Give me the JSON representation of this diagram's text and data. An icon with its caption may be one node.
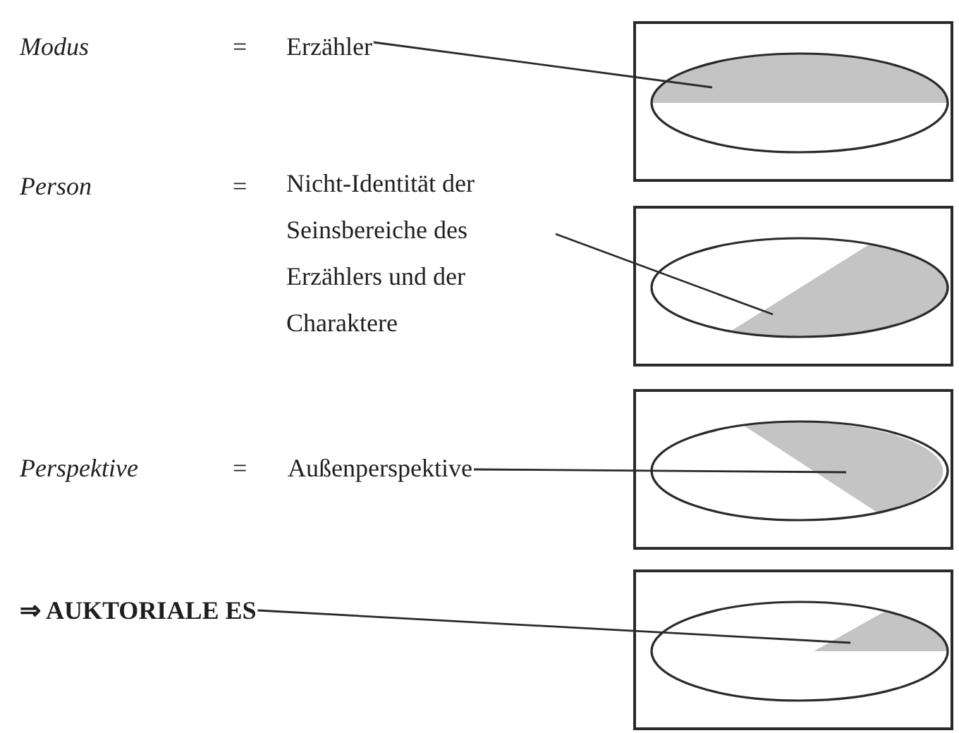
{
  "diagram": {
    "nodes": [
      {
        "text": [
          "Erzähler"
        ]
      },
      {
        "text": [],
        "shape": "box"
      },
      {
        "text": [],
        "shape": "segment",
        "in": 1
      },
      {
        "text": [
          "Nicht-Identität der Seinsbereiche des Erzählers und der Charaktere"
        ]
      },
      {
        "text": [],
        "shape": "box"
      },
      {
        "text": [],
        "shape": "segment",
        "in": 4
      },
      {
        "text": [
          "Außenperspektive"
        ]
      },
      {
        "text": [],
        "shape": "box"
      },
      {
        "text": [],
        "shape": "segment",
        "in": 7
      },
      {
        "text": [
          "⇒ AUKTORIALE ES"
        ]
      },
      {
        "text": [],
        "shape": "box"
      },
      {
        "text": [],
        "shape": "segment",
        "in": 10
      }
    ],
    "edges": [
      {
        "from": 0,
        "to": 2,
        "arrow": "none"
      },
      {
        "from": 3,
        "to": 5,
        "arrow": "none"
      },
      {
        "from": 6,
        "to": 8,
        "arrow": "none"
      },
      {
        "from": 9,
        "to": 11,
        "arrow": "none"
      }
    ],
    "labels": [
      "Modus",
      "=",
      "Person",
      "=",
      "Perspektive",
      "="
    ]
  }
}
